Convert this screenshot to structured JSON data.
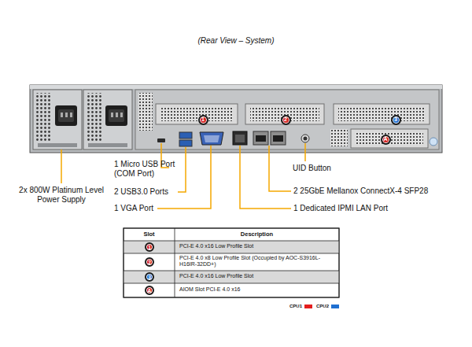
{
  "diagram": {
    "title": "(Rear View – System)",
    "nodes": [
      {
        "text": [
          "1"
        ]
      },
      {
        "text": [
          "2"
        ]
      },
      {
        "text": [
          "3"
        ]
      },
      {
        "text": [
          "A"
        ]
      },
      {
        "text": [
          "1"
        ]
      },
      {
        "text": [
          "2"
        ]
      },
      {
        "text": [
          "3"
        ]
      },
      {
        "text": [
          "A"
        ]
      }
    ],
    "labels": [
      "1 Micro USB Port (COM Port)",
      "2 USB3.0 Ports",
      "1 VGA Port",
      "2x 800W Platinum Level Power Supply",
      "UID Button",
      "2 25GbE Mellanox ConnectX-4 SFP28",
      "1 Dedicated IPMI LAN Port",
      "Slot",
      "Description",
      "PCI-E 4.0 x16 Low Profile Slot",
      "PCI-E 4.0 x8 Low Profile Slot (Occupied by AOC-S3916L-H16IR-32DD+)",
      "PCI-E 4.0 x16 Low Profile Slot",
      "AIOM Slot PCI-E 4.0 x16"
    ],
    "legend": [
      {
        "text": "CPU1",
        "color": "#e41e1e"
      },
      {
        "text": "CPU2",
        "color": "#1f6fd1"
      }
    ]
  }
}
